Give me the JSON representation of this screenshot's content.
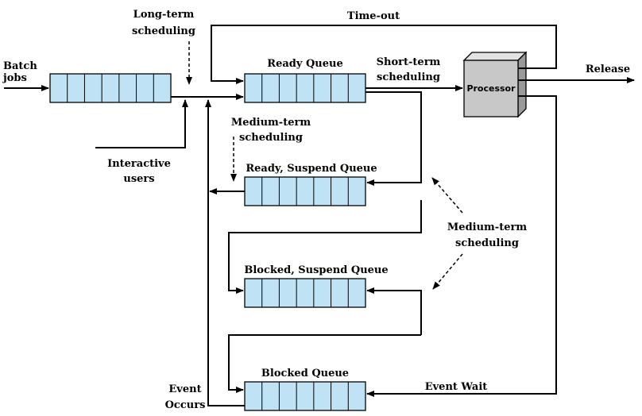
{
  "labels": {
    "batch_line1": "Batch",
    "batch_line2": "jobs",
    "long_term_line1": "Long-term",
    "long_term_line2": "scheduling",
    "time_out": "Time-out",
    "ready_queue": "Ready Queue",
    "short_term_line1": "Short-term",
    "short_term_line2": "scheduling",
    "processor": "Processor",
    "release": "Release",
    "medium_term_top_line1": "Medium-term",
    "medium_term_top_line2": "scheduling",
    "interactive_line1": "Interactive",
    "interactive_line2": "users",
    "ready_suspend_queue": "Ready, Suspend Queue",
    "medium_term_right_line1": "Medium-term",
    "medium_term_right_line2": "scheduling",
    "blocked_suspend_queue": "Blocked, Suspend Queue",
    "blocked_queue": "Blocked Queue",
    "event_wait": "Event Wait",
    "event_occurs_line1": "Event",
    "event_occurs_line2": "Occurs"
  },
  "colors": {
    "queue_fill": "#bfe3f4",
    "processor_fill": "#c8c8c8",
    "line": "#000000"
  },
  "queues": [
    {
      "id": "batch",
      "slots": 7
    },
    {
      "id": "ready",
      "slots": 7
    },
    {
      "id": "ready-suspend",
      "slots": 7
    },
    {
      "id": "blocked-suspend",
      "slots": 7
    },
    {
      "id": "blocked",
      "slots": 7
    }
  ]
}
